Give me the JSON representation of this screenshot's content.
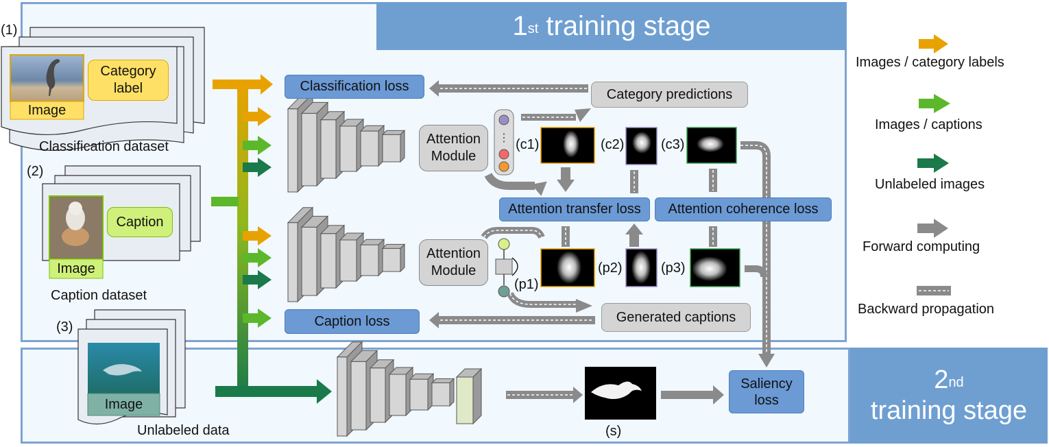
{
  "stage1": {
    "prefix": "1",
    "sup": "st",
    "text": " training stage"
  },
  "stage2": {
    "prefix": "2",
    "sup": "nd",
    "line2": "training stage"
  },
  "datasets": {
    "classification": {
      "marker": "(1)",
      "image_label": "Image",
      "category_label": "Category label",
      "title": "Classification dataset"
    },
    "caption": {
      "marker": "(2)",
      "image_label": "Image",
      "caption_label": "Caption",
      "title": "Caption dataset"
    },
    "unlabeled": {
      "marker": "(3)",
      "image_label": "Image",
      "title": "Unlabeled data"
    }
  },
  "losses": {
    "classification": "Classification loss",
    "caption": "Caption loss",
    "attention_transfer": "Attention transfer loss",
    "attention_coherence": "Attention coherence loss",
    "saliency": "Saliency loss"
  },
  "outputs": {
    "category_predictions": "Category predictions",
    "generated_captions": "Generated captions"
  },
  "modules": {
    "attention": "Attention Module"
  },
  "maps": {
    "c1": "(c1)",
    "c2": "(c2)",
    "c3": "(c3)",
    "p1": "(p1)",
    "p2": "(p2)",
    "p3": "(p3)",
    "s": "(s)"
  },
  "legend": [
    {
      "label": "Images / category labels",
      "color": "#e8a200",
      "icon": "orange-arrow"
    },
    {
      "label": "Images / captions",
      "color": "#5cb82a",
      "icon": "light-green-arrow"
    },
    {
      "label": "Unlabeled images",
      "color": "#1a7a4a",
      "icon": "dark-green-arrow"
    },
    {
      "label": "Forward computing",
      "color": "#8a8a8a",
      "icon": "grey-arrow"
    },
    {
      "label": "Backward propagation",
      "color": "#8a8a8a",
      "icon": "dashed-grey-arrow"
    }
  ],
  "colors": {
    "panel_border": "#7ba3d3",
    "stage_header": "#6f9fd1",
    "loss_box": "#6b9ad5",
    "orange": "#e8a200",
    "light_green": "#5cb82a",
    "dark_green": "#1a7a4a",
    "grey": "#8a8a8a"
  }
}
